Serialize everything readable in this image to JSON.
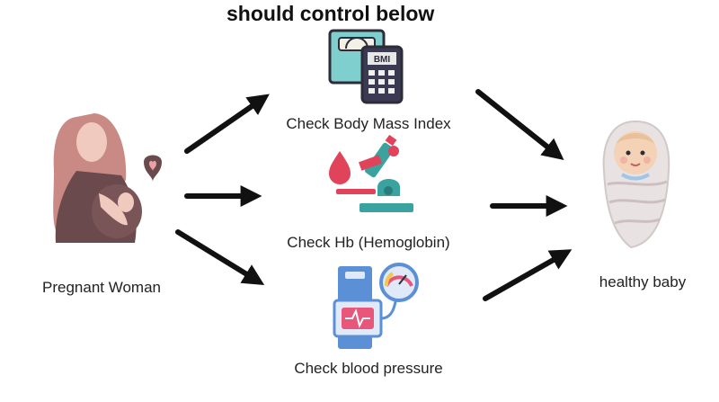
{
  "diagram": {
    "title": "should control below",
    "source_node": {
      "label": "Pregnant Woman",
      "icon": "pregnant-woman-icon"
    },
    "target_node": {
      "label": "healthy baby",
      "icon": "baby-icon"
    },
    "checks": [
      {
        "label": "Check Body Mass Index",
        "icon": "bmi-scale-icon"
      },
      {
        "label": "Check Hb (Hemoglobin)",
        "icon": "microscope-blood-icon"
      },
      {
        "label": "Check blood pressure",
        "icon": "blood-pressure-icon"
      }
    ],
    "colors": {
      "hijab": "#c98985",
      "dress": "#6b4a4e",
      "skin": "#f0c9bf",
      "bmi_teal": "#6cc3c4",
      "lab_red": "#e0435a",
      "lab_teal": "#3aa3a0",
      "bp_blue": "#5b8fd6",
      "bp_pink": "#e8567a",
      "arrow": "#111111"
    }
  }
}
